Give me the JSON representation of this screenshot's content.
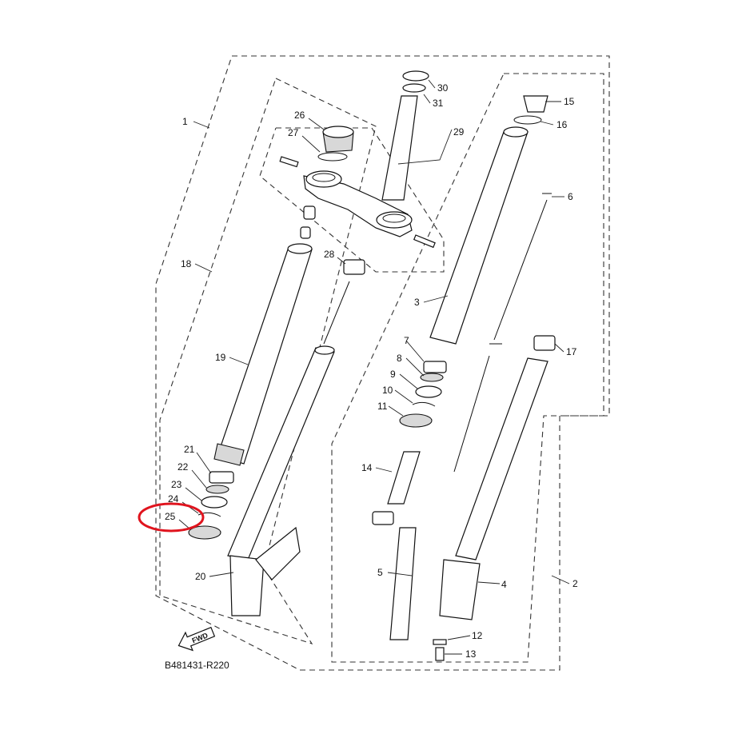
{
  "diagram": {
    "part_numbers": [
      "1",
      "2",
      "3",
      "4",
      "5",
      "6",
      "7",
      "8",
      "9",
      "10",
      "11",
      "12",
      "13",
      "14",
      "15",
      "16",
      "17",
      "18",
      "19",
      "20",
      "21",
      "22",
      "23",
      "24",
      "25",
      "26",
      "27",
      "28",
      "29",
      "30",
      "31"
    ],
    "fwd_label": "FWD",
    "drawing_code": "B481431-R220",
    "highlighted_part": "25",
    "highlight_color": "#e0141e"
  }
}
